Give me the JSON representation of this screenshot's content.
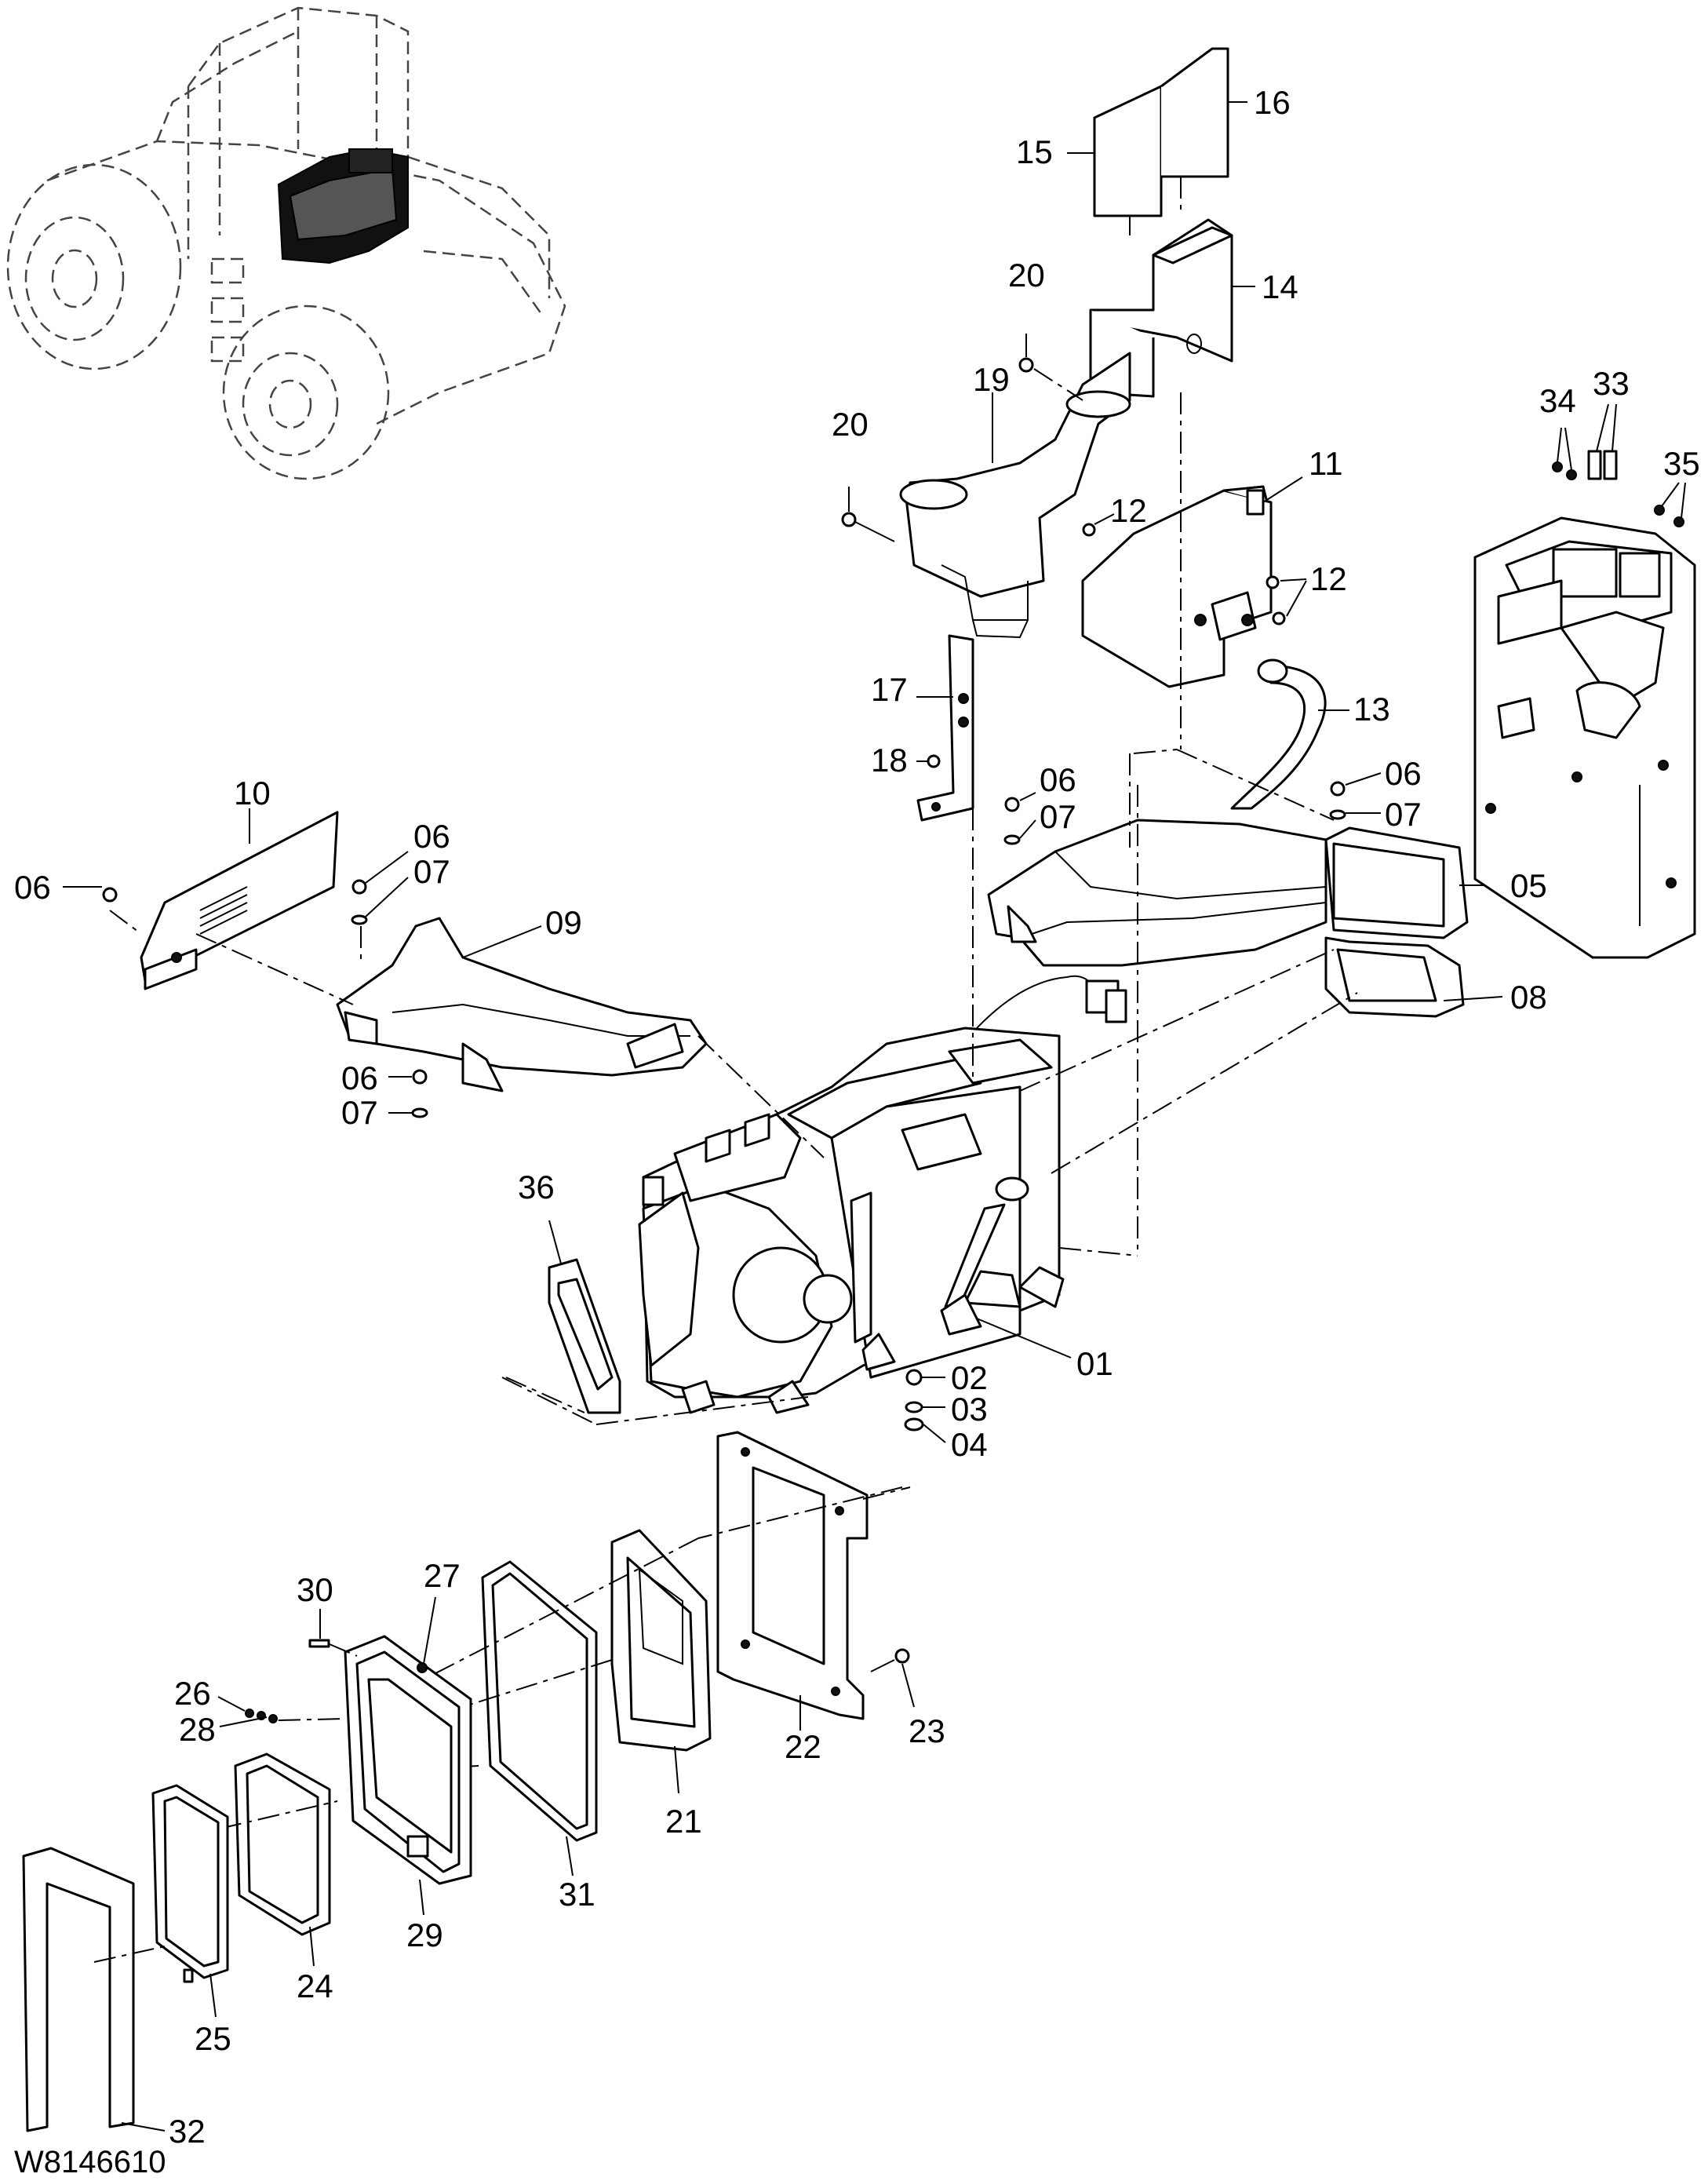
{
  "drawing_code": "W8146610",
  "callouts": {
    "c01": "01",
    "c02": "02",
    "c03": "03",
    "c04": "04",
    "c05": "05",
    "c06a": "06",
    "c06b": "06",
    "c06c": "06",
    "c06d": "06",
    "c06e": "06",
    "c07a": "07",
    "c07b": "07",
    "c07c": "07",
    "c07d": "07",
    "c08": "08",
    "c09": "09",
    "c10": "10",
    "c11": "11",
    "c12a": "12",
    "c12b": "12",
    "c13": "13",
    "c14": "14",
    "c15": "15",
    "c16": "16",
    "c17": "17",
    "c18": "18",
    "c19": "19",
    "c20a": "20",
    "c20b": "20",
    "c21": "21",
    "c22": "22",
    "c23": "23",
    "c24": "24",
    "c25": "25",
    "c26": "26",
    "c27": "27",
    "c28": "28",
    "c29": "29",
    "c30": "30",
    "c31": "31",
    "c32": "32",
    "c33": "33",
    "c34": "34",
    "c35": "35",
    "c36": "36"
  }
}
